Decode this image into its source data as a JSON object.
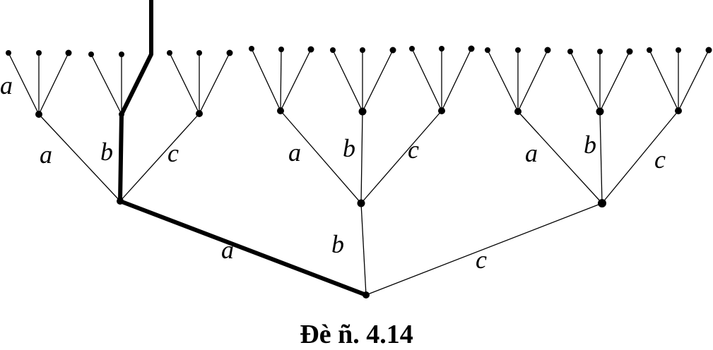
{
  "edge_labels": {
    "a": "a",
    "b": "b",
    "c": "c"
  },
  "caption": "Đè ñ. 4.14"
}
